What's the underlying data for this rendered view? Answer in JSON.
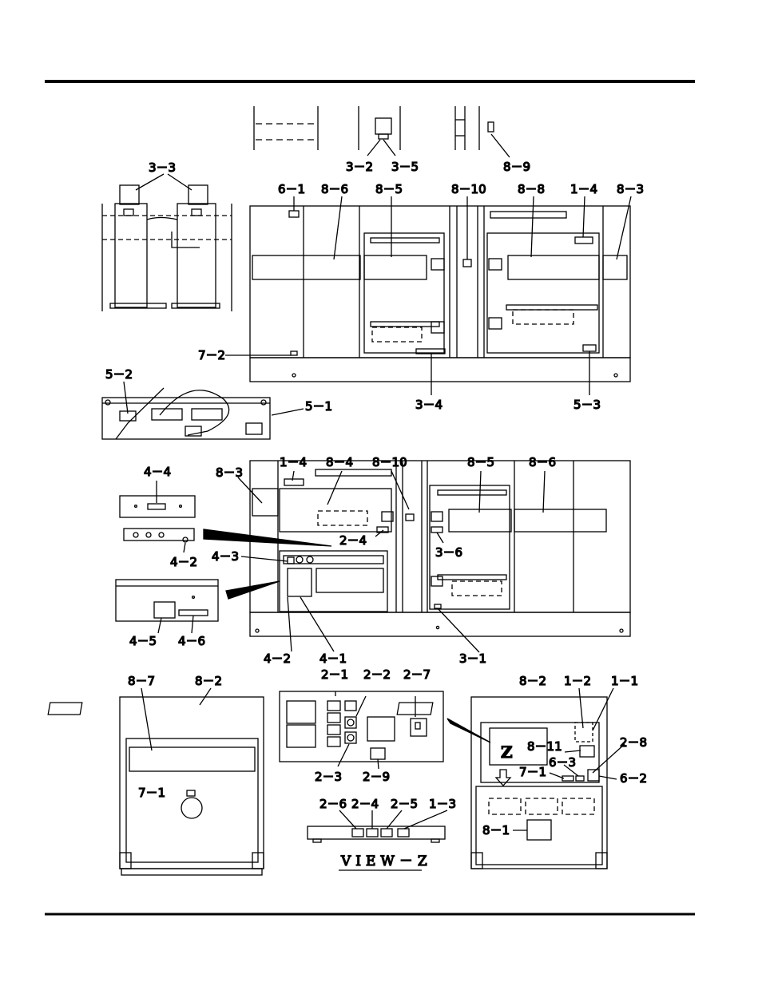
{
  "labels": {
    "top_3_2": "3－2",
    "top_3_5": "3－5",
    "top_8_9": "8－9",
    "side_3_3": "3－3",
    "f_6_1": "6－1",
    "f_8_6": "8－6",
    "f_8_5": "8－5",
    "f_8_10": "8－10",
    "f_8_8": "8－8",
    "f_1_4": "1－4",
    "f_8_3": "8－3",
    "f_7_2": "7－2",
    "f_3_4": "3－4",
    "f_5_3": "5－3",
    "c_5_2": "5－2",
    "c_5_1": "5－1",
    "r_1_4": "1－4",
    "r_8_4": "8－4",
    "r_8_10": "8－10",
    "r_8_5": "8－5",
    "r_8_6": "8－6",
    "r_8_3": "8－3",
    "r_4_4": "4－4",
    "r_2_4": "2－4",
    "r_3_6": "3－6",
    "r_4_2a": "4－2",
    "r_4_3": "4－3",
    "r_4_5": "4－5",
    "r_4_6": "4－6",
    "r_4_2b": "4－2",
    "r_4_1": "4－1",
    "r_3_1": "3－1",
    "e_8_7": "8－7",
    "e_8_2": "8－2",
    "e_7_1": "7－1",
    "p_2_1": "2－1",
    "p_2_2": "2－2",
    "p_2_7": "2－7",
    "p_2_3": "2－3",
    "p_2_9": "2－9",
    "p_2_6": "2－6",
    "p_2_4": "2－4",
    "p_2_5": "2－5",
    "p_1_3": "1－3",
    "z_8_2": "8－2",
    "z_1_2": "1－2",
    "z_1_1": "1－1",
    "z_2_8": "2－8",
    "z_8_11": "8－11",
    "z_6_3": "6－3",
    "z_7_1": "7－1",
    "z_6_2": "6－2",
    "z_8_1": "8－1",
    "z_letter": "Z"
  },
  "view_title": "VIEW－Z"
}
